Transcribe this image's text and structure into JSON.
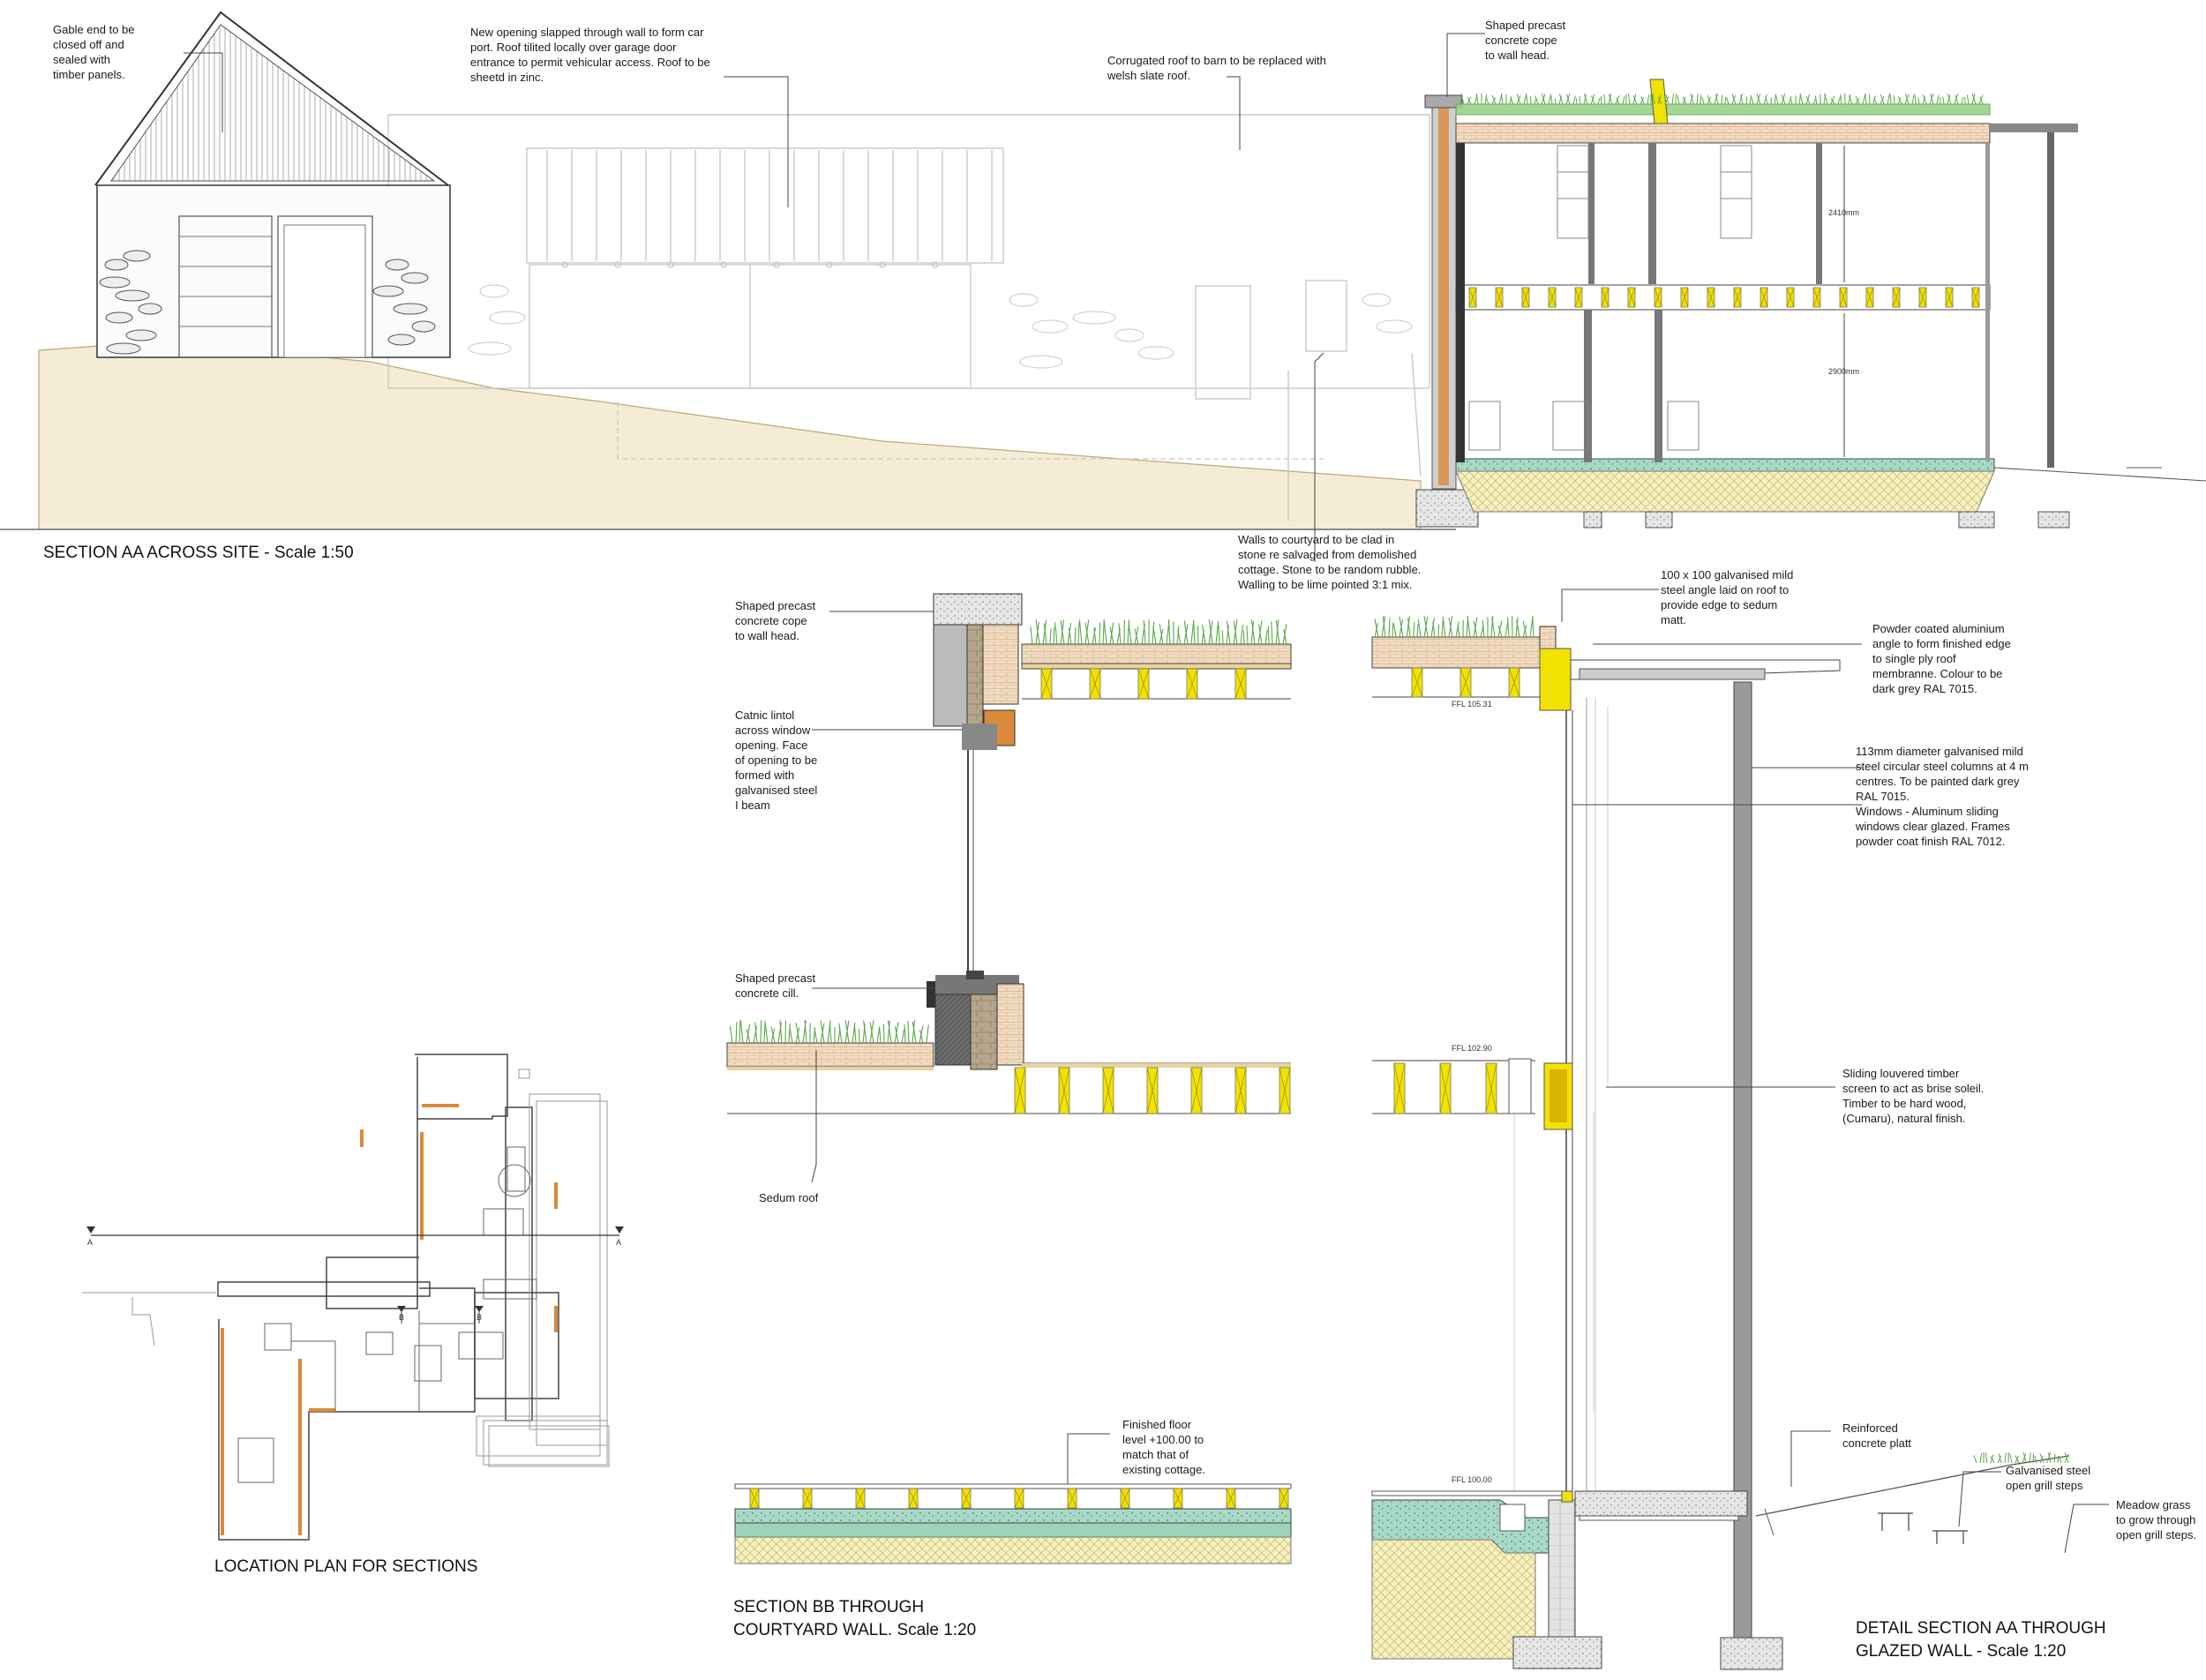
{
  "sheet": {
    "titles": {
      "section_aa": "SECTION AA ACROSS SITE - Scale 1:50",
      "location_plan": "LOCATION PLAN FOR SECTIONS",
      "section_bb": "SECTION BB THROUGH\nCOURTYARD WALL.  Scale 1:20",
      "detail_aa": "DETAIL SECTION AA  THROUGH\nGLAZED WALL  - Scale 1:20"
    },
    "notes": {
      "gable": "Gable end to be\nclosed off and\nsealed with\ntimber panels.",
      "new_opening": "New opening slapped through wall to form car\nport. Roof tilited locally over garage door\nentrance to permit vehicular access. Roof to be\nsheetd in zinc.",
      "corrugated": "Corrugated roof to barn to be replaced with\nwelsh slate roof.",
      "cope_top": "Shaped precast\nconcrete cope\nto wall head.",
      "walls_courtyard": "Walls to courtyard to be clad in\nstone re salvaged from demolished\ncottage. Stone to be random rubble.\nWalling to be lime pointed 3:1 mix.",
      "cope_bb": "Shaped precast\nconcrete cope\nto wall head.",
      "catnic": "Catnic lintol\nacross window\nopening. Face\nof opening to be\nformed with\ngalvanised steel\nI beam",
      "cill": "Shaped precast\nconcrete cill.",
      "sedum": "Sedum roof",
      "finished_floor": "Finished floor\nlevel +100.00 to\nmatch that of\nexisting cottage.",
      "steel_angle": "100 x 100 galvanised mild\nsteel angle laid on roof to\nprovide edge to sedum\nmatt.",
      "aluminium_angle": "Powder coated aluminium\nangle to form finished edge\nto single ply roof\nmembranne. Colour to be\ndark grey  RAL 7015.",
      "columns": "113mm diameter galvanised mild\nsteel circular steel columns at 4 m\ncentres. To be painted dark grey\nRAL 7015.\nWindows - Aluminum sliding\nwindows clear glazed. Frames\npowder coat finish RAL 7012.",
      "louvred": "Sliding louvered timber\nscreen to act as brise soleil.\nTimber to be hard wood,\n(Cumaru), natural finish.",
      "platt": "Reinforced\nconcrete platt",
      "steps": "Galvanised steel\nopen grill steps",
      "meadow": "Meadow grass\nto grow through\nopen grill steps."
    },
    "dimensions": {
      "upper": "2410mm",
      "lower": "2900mm",
      "ffl_upper": "FFL 105.31",
      "ffl_mid": "FFL 102.90",
      "ffl_ground": "FFL 100.00"
    },
    "plan_markers": {
      "a_left": "A",
      "a_right": "A",
      "b_left": "B",
      "b_right": "B"
    },
    "colors": {
      "ground": "#f5ecd6",
      "insulation": "#f2dcc1",
      "timber": "#f2e200",
      "concrete": "#d9d9d9",
      "sedum": "#58a844",
      "screed": "#a8d8c8",
      "orange_wall": "#d98a3a",
      "line": "#333333",
      "ghost": "#c8c8c8"
    }
  }
}
